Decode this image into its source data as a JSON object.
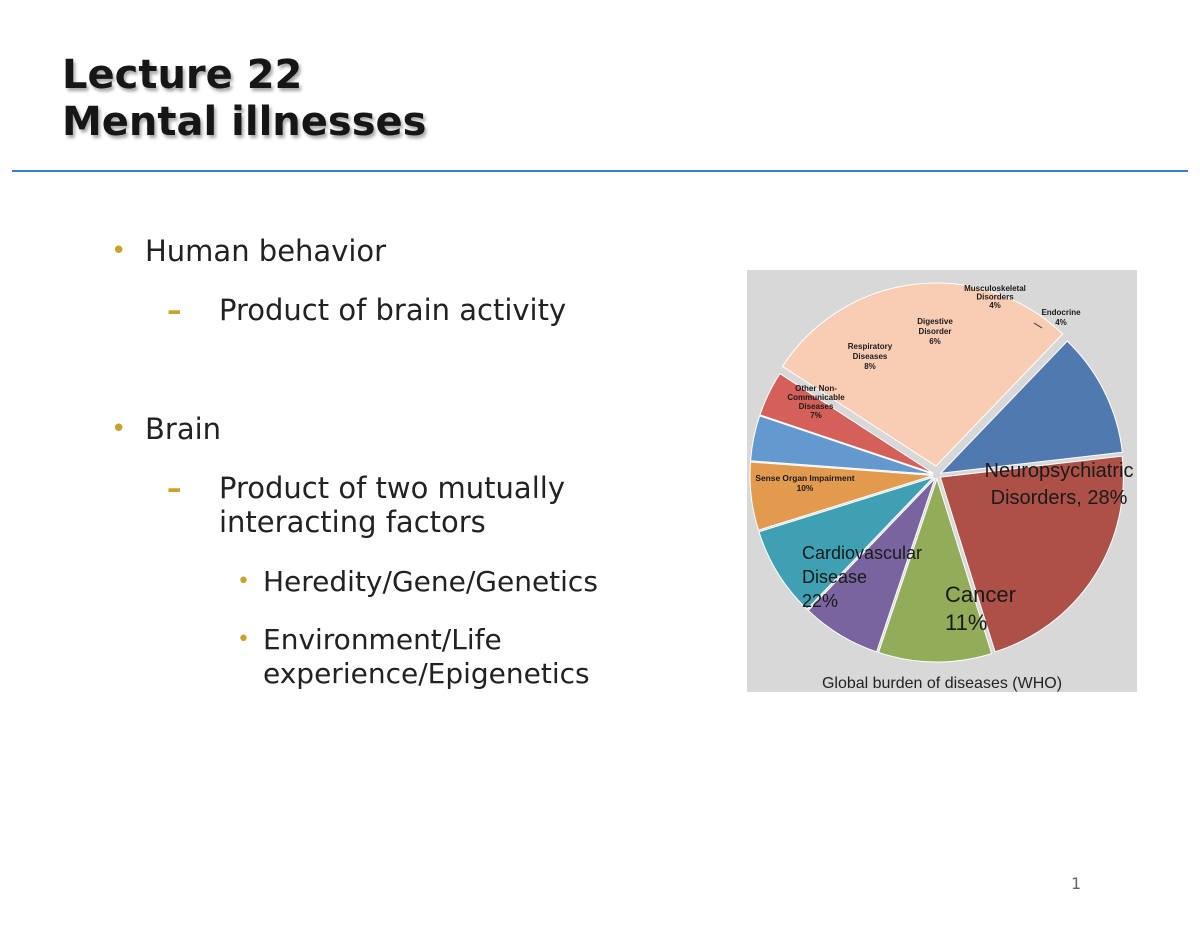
{
  "slide": {
    "title_line1": "Lecture 22",
    "title_line2": "Mental illnesses",
    "page_number": "1",
    "accent_color": "#3d7fc4",
    "bullet_color": "#c9a227"
  },
  "bullets": {
    "b1": "Human behavior",
    "b1_sub": "Product of brain activity",
    "b2": "Brain",
    "b2_sub_line1": "Product of two mutually",
    "b2_sub_line2": "interacting factors",
    "b2_sub1": "Heredity/Gene/Genetics",
    "b2_sub2_line1": "Environment/Life",
    "b2_sub2_line2": "experience/Epigenetics",
    "dash": "–",
    "dot": "•"
  },
  "chart_data": {
    "type": "pie",
    "title": "Global burden of diseases (WHO)",
    "slices": [
      {
        "label": [
          "Neuropsychiatric",
          "Disorders, 28%"
        ],
        "value": 28,
        "color": "#f9ccb4"
      },
      {
        "label": [
          "Cancer",
          "11%"
        ],
        "value": 11,
        "color": "#5079b0"
      },
      {
        "label": [
          "Cardiovascular",
          "Disease",
          "22%"
        ],
        "value": 22,
        "color": "#ad5148"
      },
      {
        "label": [
          "Sense Organ Impairment",
          "10%"
        ],
        "value": 10,
        "color": "#93ac5a"
      },
      {
        "label": [
          "Other Non-",
          "Communicable",
          "Diseases",
          "7%"
        ],
        "value": 7,
        "color": "#7a64a0"
      },
      {
        "label": [
          "Respiratory",
          "Diseases",
          "8%"
        ],
        "value": 8,
        "color": "#3fa0b4"
      },
      {
        "label": [
          "Digestive",
          "Disorder",
          "6%"
        ],
        "value": 6,
        "color": "#e29a4e"
      },
      {
        "label": [
          "Musculoskeletal",
          "Disorders",
          "4%"
        ],
        "value": 4,
        "color": "#6499d0"
      },
      {
        "label": [
          "Endocrine",
          "4%"
        ],
        "value": 4,
        "color": "#d5605a"
      }
    ]
  }
}
